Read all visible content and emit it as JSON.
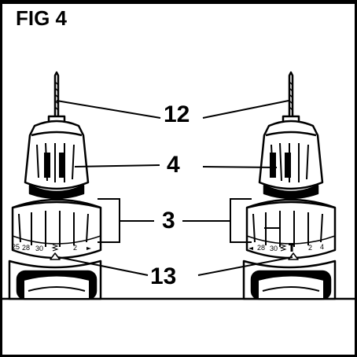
{
  "figure": {
    "title": "FIG 4",
    "callouts": {
      "bit": "12",
      "chuck": "4",
      "clutch_collar": "3",
      "torque_indicator": "13"
    },
    "left_scale": [
      "25",
      "28",
      "30",
      "2"
    ],
    "right_scale": [
      "28",
      "30",
      "2",
      "4"
    ]
  }
}
